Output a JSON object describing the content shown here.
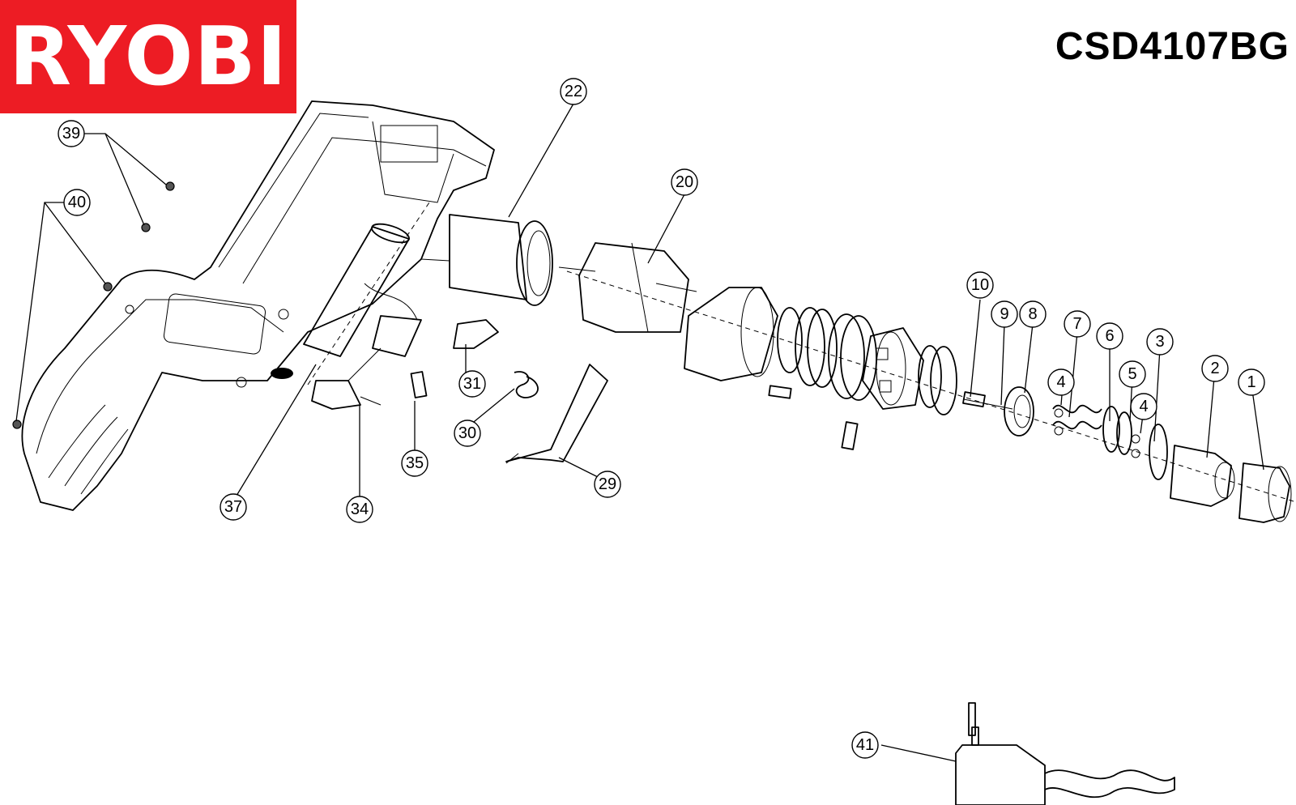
{
  "brand": {
    "logo_text": "RYOBI",
    "logo_color": "#ed1c24"
  },
  "model": "CSD4107BG",
  "callouts": [
    {
      "label": "1"
    },
    {
      "label": "2"
    },
    {
      "label": "3"
    },
    {
      "label": "4"
    },
    {
      "label": "4"
    },
    {
      "label": "5"
    },
    {
      "label": "6"
    },
    {
      "label": "7"
    },
    {
      "label": "8"
    },
    {
      "label": "9"
    },
    {
      "label": "10"
    },
    {
      "label": "20"
    },
    {
      "label": "22"
    },
    {
      "label": "29"
    },
    {
      "label": "30"
    },
    {
      "label": "31"
    },
    {
      "label": "34"
    },
    {
      "label": "35"
    },
    {
      "label": "37"
    },
    {
      "label": "39"
    },
    {
      "label": "40"
    },
    {
      "label": "41"
    }
  ]
}
